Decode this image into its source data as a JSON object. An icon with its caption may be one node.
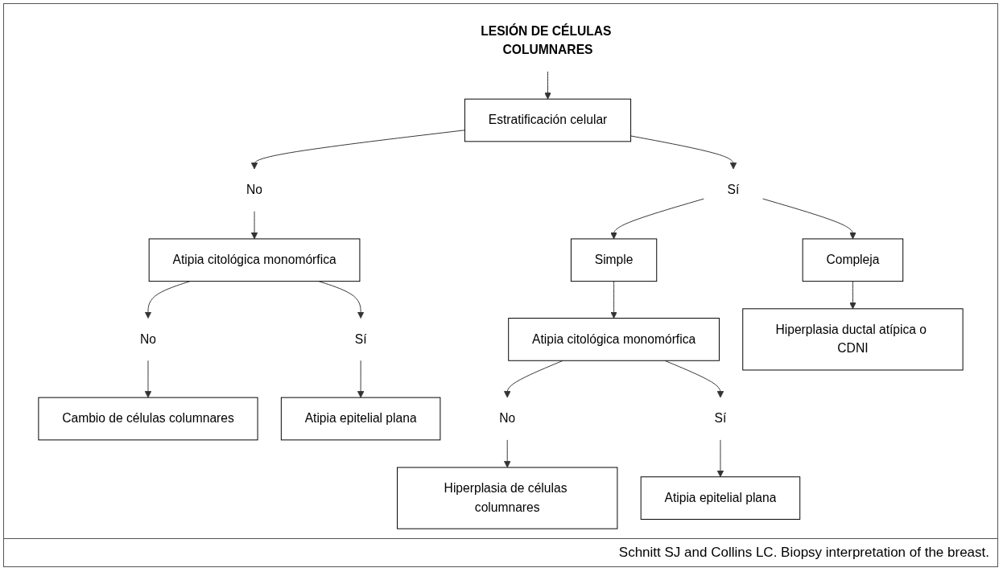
{
  "diagram": {
    "nodes": [
      {
        "text": [
          "LESIÓN DE CÉLULAS COLUMNARES"
        ]
      },
      {
        "text": [
          "Estratificación celular"
        ]
      },
      {
        "text": [
          "No"
        ]
      },
      {
        "text": [
          "Sí"
        ]
      },
      {
        "text": [
          "Atipia citológica monomórfica"
        ]
      },
      {
        "text": [
          "Simple"
        ]
      },
      {
        "text": [
          "Compleja"
        ]
      },
      {
        "text": [
          "No"
        ]
      },
      {
        "text": [
          "Sí"
        ]
      },
      {
        "text": [
          "Atipia citológica monomórfica"
        ]
      },
      {
        "text": [
          "Hiperplasia ductal atípica o CDNI"
        ]
      },
      {
        "text": [
          "Cambio de células columnares"
        ]
      },
      {
        "text": [
          "Atipia epitelial plana"
        ]
      },
      {
        "text": [
          "No"
        ]
      },
      {
        "text": [
          "Sí"
        ]
      },
      {
        "text": [
          "Hiperplasia de células columnares"
        ]
      },
      {
        "text": [
          "Atipia epitelial plana"
        ]
      }
    ],
    "edges": [
      {
        "from": 0,
        "to": 1,
        "arrow": "to"
      },
      {
        "from": 1,
        "to": 2,
        "arrow": "to"
      },
      {
        "from": 1,
        "to": 3,
        "arrow": "to"
      },
      {
        "from": 2,
        "to": 4,
        "arrow": "to"
      },
      {
        "from": 3,
        "to": 5,
        "arrow": "to"
      },
      {
        "from": 3,
        "to": 6,
        "arrow": "to"
      },
      {
        "from": 4,
        "to": 7,
        "arrow": "to"
      },
      {
        "from": 4,
        "to": 8,
        "arrow": "to"
      },
      {
        "from": 5,
        "to": 9,
        "arrow": "to"
      },
      {
        "from": 6,
        "to": 10,
        "arrow": "to"
      },
      {
        "from": 7,
        "to": 11,
        "arrow": "to"
      },
      {
        "from": 8,
        "to": 12,
        "arrow": "to"
      },
      {
        "from": 9,
        "to": 13,
        "arrow": "to"
      },
      {
        "from": 9,
        "to": 14,
        "arrow": "to"
      },
      {
        "from": 13,
        "to": 15,
        "arrow": "to"
      },
      {
        "from": 14,
        "to": 16,
        "arrow": "to"
      }
    ],
    "caption": "Schnitt SJ and Collins LC. Biopsy interpretation of the breast."
  }
}
